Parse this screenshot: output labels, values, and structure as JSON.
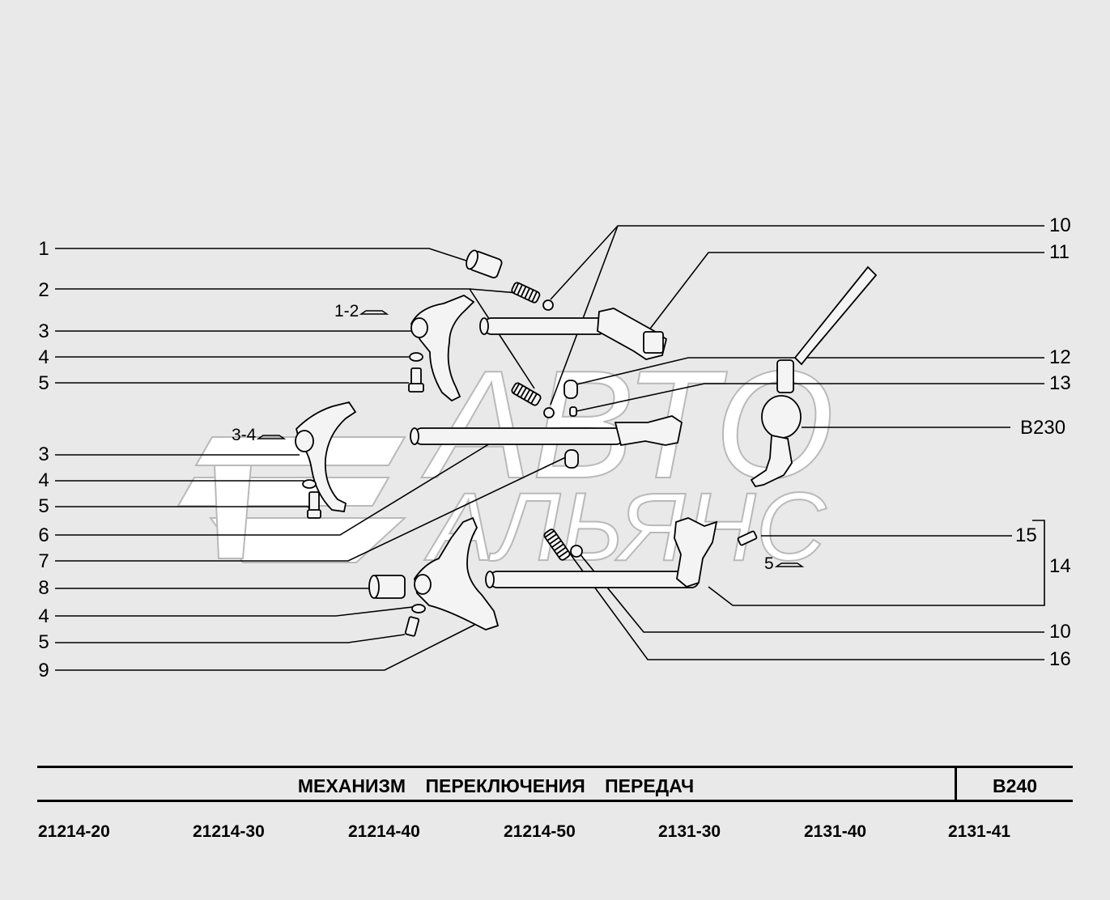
{
  "header": {
    "title": "МЕХАНИЗМ   ПЕРЕКЛЮЧЕНИЯ   ПЕРЕДАЧ",
    "code": "B240"
  },
  "watermark": {
    "line1": "АВТО",
    "line2": "АЛЬЯНС"
  },
  "callouts_left": [
    "1",
    "2",
    "3",
    "4",
    "5",
    "3",
    "4",
    "5",
    "6",
    "7",
    "8",
    "4",
    "5",
    "9"
  ],
  "callouts_right": [
    "10",
    "11",
    "12",
    "13",
    "B230",
    "15",
    "14",
    "10",
    "16"
  ],
  "gear_labels": [
    "1-2",
    "3-4",
    "5"
  ],
  "models": [
    "21214-20",
    "21214-30",
    "21214-40",
    "21214-50",
    "2131-30",
    "2131-40",
    "2131-41"
  ],
  "colors": {
    "background": "#e9e9e9",
    "line": "#000000",
    "part_fill": "#f4f4f4",
    "watermark": "#ffffff"
  },
  "icons": {
    "gear": "car-direction-icon"
  }
}
